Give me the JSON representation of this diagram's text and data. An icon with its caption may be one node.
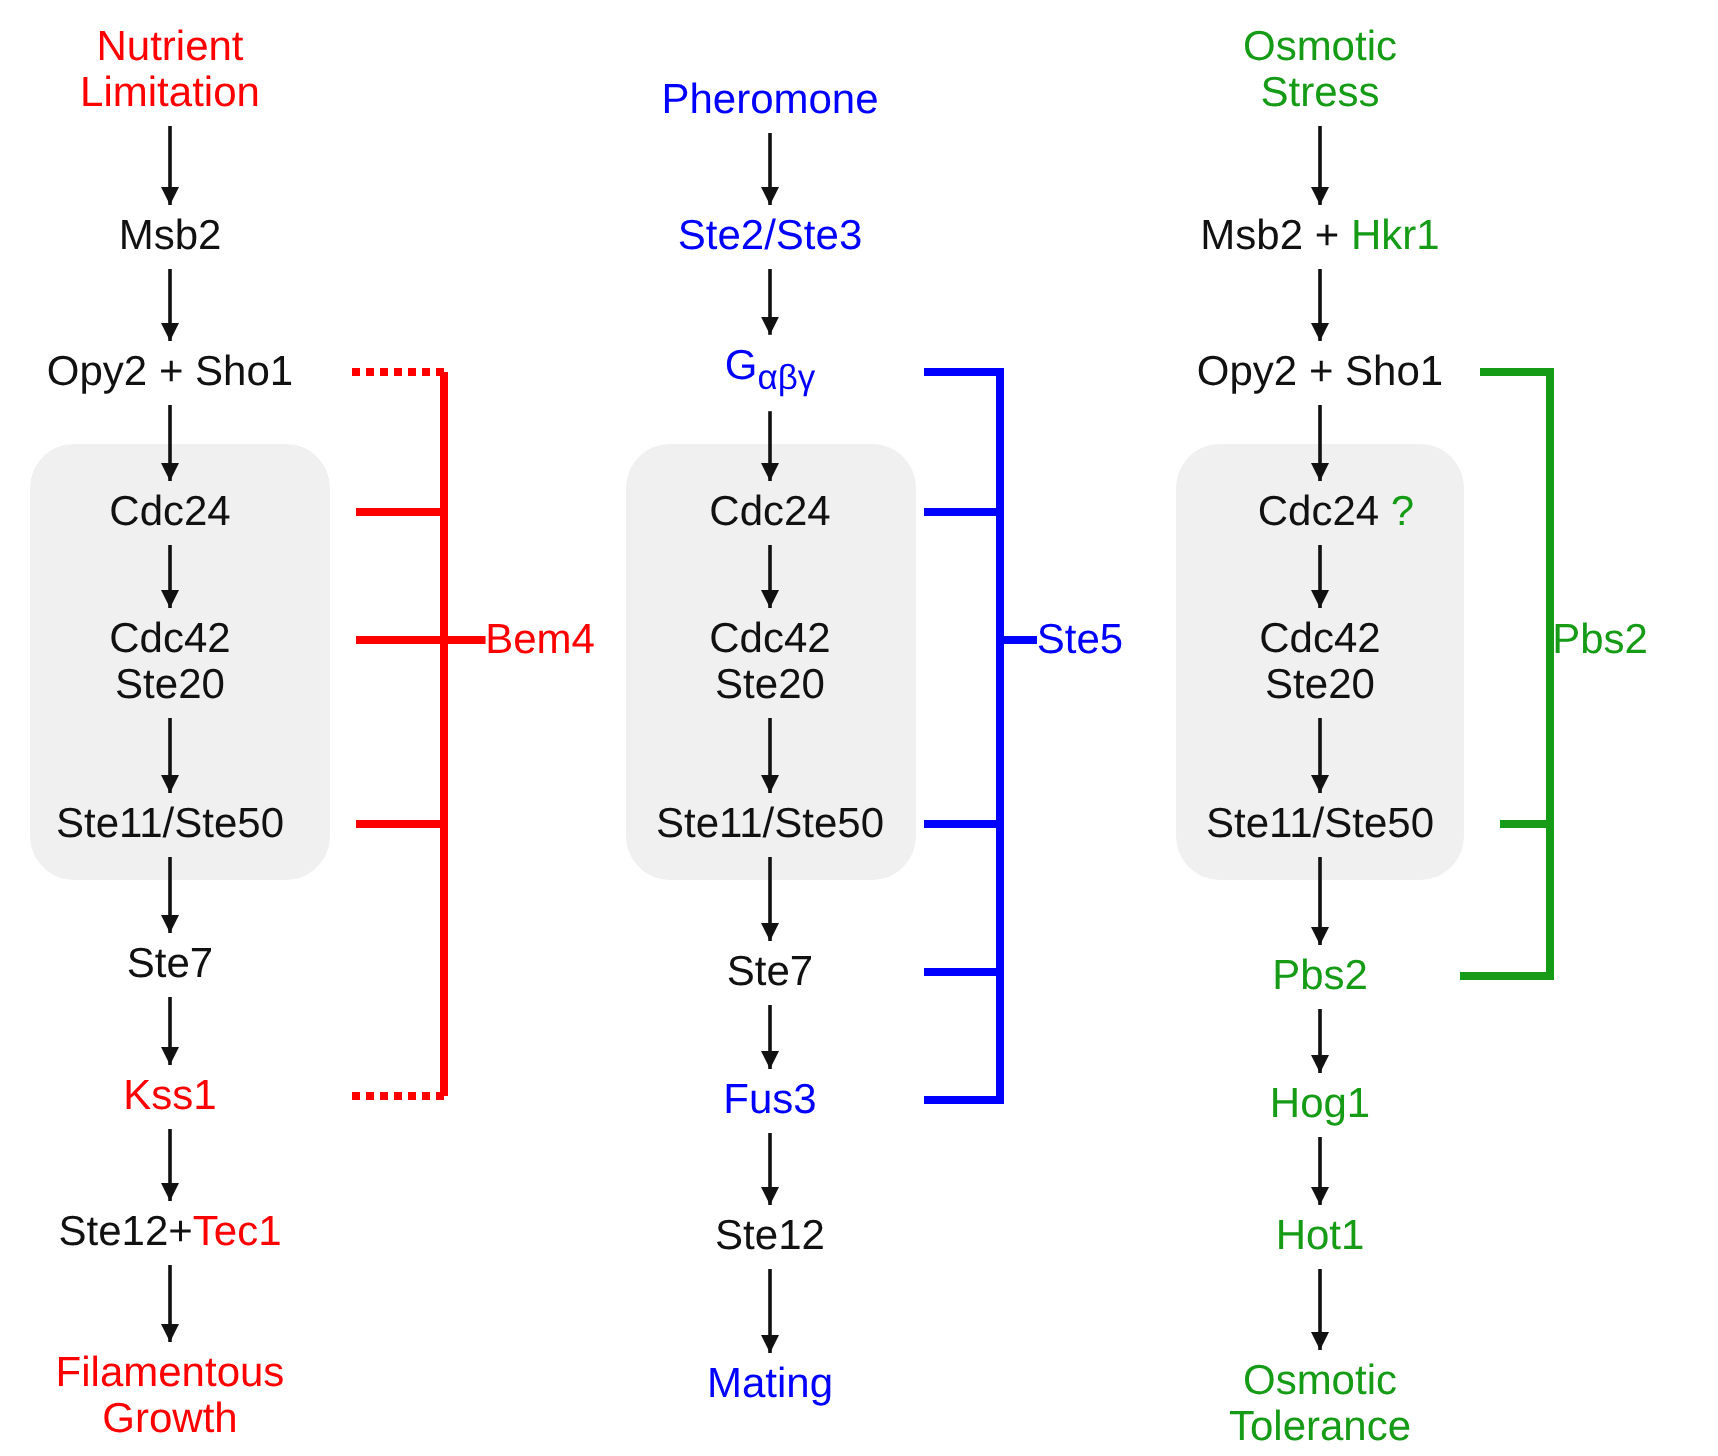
{
  "diagram": {
    "nodes": [
      {
        "text": [
          "Nutrient Limitation"
        ]
      },
      {
        "text": [
          "Msb2"
        ]
      },
      {
        "text": [
          "Opy2 + Sho1"
        ]
      },
      {
        "text": [],
        "shape": "box"
      },
      {
        "text": [
          "Cdc24"
        ],
        "in": 3
      },
      {
        "text": [
          "Cdc42 Ste20"
        ],
        "in": 3
      },
      {
        "text": [
          "Ste11/Ste50"
        ],
        "in": 3
      },
      {
        "text": [
          "Ste7"
        ]
      },
      {
        "text": [
          "Kss1"
        ]
      },
      {
        "text": [
          "Ste12+",
          "Tec1"
        ]
      },
      {
        "text": [
          "Filamentous Growth"
        ]
      },
      {
        "text": [
          "Bem4"
        ]
      },
      {
        "text": [
          "Pheromone"
        ]
      },
      {
        "text": [
          "Ste2/Ste3"
        ]
      },
      {
        "text": [
          "G$_{αβγ}$"
        ]
      },
      {
        "text": [],
        "shape": "box"
      },
      {
        "text": [
          "Cdc24"
        ],
        "in": 15
      },
      {
        "text": [
          "Cdc42 Ste20"
        ],
        "in": 15
      },
      {
        "text": [
          "Ste11/Ste50"
        ],
        "in": 15
      },
      {
        "text": [
          "Ste7"
        ]
      },
      {
        "text": [
          "Fus3"
        ]
      },
      {
        "text": [
          "Ste12"
        ]
      },
      {
        "text": [
          "Mating"
        ]
      },
      {
        "text": [
          "Ste5"
        ]
      },
      {
        "text": [
          "Osmotic Stress"
        ]
      },
      {
        "text": [
          "Msb2 +",
          "Hkr1"
        ]
      },
      {
        "text": [
          "Opy2 + Sho1"
        ]
      },
      {
        "text": [],
        "shape": "box"
      },
      {
        "text": [
          "Cdc24",
          "?"
        ],
        "in": 27
      },
      {
        "text": [
          "Cdc42 Ste20"
        ],
        "in": 27
      },
      {
        "text": [
          "Ste11/Ste50"
        ],
        "in": 27
      },
      {
        "text": [
          "Pbs2"
        ]
      },
      {
        "text": [
          "Hog1"
        ]
      },
      {
        "text": [
          "Hot1"
        ]
      },
      {
        "text": [
          "Osmotic Tolerance"
        ]
      },
      {
        "text": [
          "Pbs2"
        ]
      }
    ],
    "edges": [
      {
        "from": 0,
        "to": 1,
        "arrow": "to"
      },
      {
        "from": 1,
        "to": 2,
        "arrow": "to"
      },
      {
        "from": 2,
        "to": 4,
        "arrow": "to"
      },
      {
        "from": 4,
        "to": 5,
        "arrow": "to"
      },
      {
        "from": 5,
        "to": 6,
        "arrow": "to"
      },
      {
        "from": 6,
        "to": 7,
        "arrow": "to"
      },
      {
        "from": 7,
        "to": 8,
        "arrow": "to"
      },
      {
        "from": 8,
        "to": 9,
        "arrow": "to"
      },
      {
        "from": 9,
        "to": 10,
        "arrow": "to"
      },
      {
        "from": 11,
        "to": 2,
        "arrow": "none",
        "style": "dashed",
        "color": "#ff0000"
      },
      {
        "from": 11,
        "to": 4,
        "arrow": "none",
        "style": "thick",
        "color": "#ff0000"
      },
      {
        "from": 11,
        "to": 5,
        "arrow": "none",
        "style": "thick",
        "color": "#ff0000"
      },
      {
        "from": 11,
        "to": 6,
        "arrow": "none",
        "style": "thick",
        "color": "#ff0000"
      },
      {
        "from": 11,
        "to": 8,
        "arrow": "none",
        "style": "dashed",
        "color": "#ff0000"
      },
      {
        "from": 12,
        "to": 13,
        "arrow": "to"
      },
      {
        "from": 13,
        "to": 14,
        "arrow": "to"
      },
      {
        "from": 14,
        "to": 16,
        "arrow": "to"
      },
      {
        "from": 16,
        "to": 17,
        "arrow": "to"
      },
      {
        "from": 17,
        "to": 18,
        "arrow": "to"
      },
      {
        "from": 18,
        "to": 19,
        "arrow": "to"
      },
      {
        "from": 19,
        "to": 20,
        "arrow": "to"
      },
      {
        "from": 20,
        "to": 21,
        "arrow": "to"
      },
      {
        "from": 21,
        "to": 22,
        "arrow": "to"
      },
      {
        "from": 23,
        "to": 14,
        "arrow": "none",
        "style": "thick",
        "color": "#0000ff"
      },
      {
        "from": 23,
        "to": 16,
        "arrow": "none",
        "style": "thick",
        "color": "#0000ff"
      },
      {
        "from": 23,
        "to": 18,
        "arrow": "none",
        "style": "thick",
        "color": "#0000ff"
      },
      {
        "from": 23,
        "to": 19,
        "arrow": "none",
        "style": "thick",
        "color": "#0000ff"
      },
      {
        "from": 23,
        "to": 20,
        "arrow": "none",
        "style": "thick",
        "color": "#0000ff"
      },
      {
        "from": 24,
        "to": 25,
        "arrow": "to"
      },
      {
        "from": 25,
        "to": 26,
        "arrow": "to"
      },
      {
        "from": 26,
        "to": 28,
        "arrow": "to"
      },
      {
        "from": 28,
        "to": 29,
        "arrow": "to"
      },
      {
        "from": 29,
        "to": 30,
        "arrow": "to"
      },
      {
        "from": 30,
        "to": 31,
        "arrow": "to"
      },
      {
        "from": 31,
        "to": 32,
        "arrow": "to"
      },
      {
        "from": 32,
        "to": 33,
        "arrow": "to"
      },
      {
        "from": 33,
        "to": 34,
        "arrow": "to"
      },
      {
        "from": 35,
        "to": 26,
        "arrow": "none",
        "style": "thick",
        "color": "#169b16"
      },
      {
        "from": 35,
        "to": 30,
        "arrow": "none",
        "style": "thick",
        "color": "#169b16"
      },
      {
        "from": 35,
        "to": 31,
        "arrow": "none",
        "style": "thick",
        "color": "#169b16"
      }
    ]
  }
}
